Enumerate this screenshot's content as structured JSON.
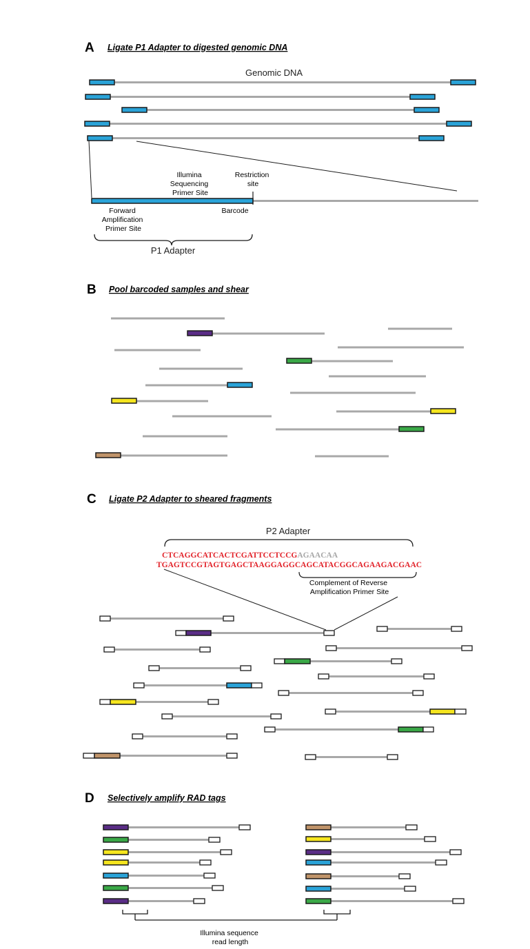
{
  "panels": {
    "a": {
      "letter": "A",
      "title": "Ligate P1 Adapter to digested genomic DNA"
    },
    "b": {
      "letter": "B",
      "title": "Pool barcoded samples and shear"
    },
    "c": {
      "letter": "C",
      "title": "Ligate P2 Adapter to sheared fragments"
    },
    "d": {
      "letter": "D",
      "title": "Selectively amplify RAD tags"
    }
  },
  "labels": {
    "genomic_dna": "Genomic DNA",
    "illumina_primer": [
      "Illumina",
      "Sequencing",
      "Primer Site"
    ],
    "restriction_site": [
      "Restriction",
      "site"
    ],
    "forward_primer": [
      "Forward",
      "Amplification",
      "Primer Site"
    ],
    "barcode": "Barcode",
    "p1_adapter": "P1 Adapter",
    "p2_adapter": "P2 Adapter",
    "p2_seq_top_red": "CTCAGGCATCACTCGATTCCTCCG",
    "p2_seq_top_gray": "AGAACAA",
    "p2_seq_bottom": "TGAGTCCGTAGTGAGCTAAGGAGGCAGCATACGGCAGAAGACGAAC",
    "complement_reverse": [
      "Complement of Reverse",
      "Amplification Primer Site"
    ],
    "illumina_read_length": [
      "Illumina sequence",
      "read length"
    ]
  },
  "colors": {
    "strand": "#a8a8a8",
    "outline": "#1a1a1a",
    "p1_blue": "#2aa3d8",
    "purple": "#5a2d86",
    "green": "#3aa847",
    "yellow": "#f5e51f",
    "tan": "#c0946a",
    "white": "#ffffff",
    "sequence_red": "#e2242b"
  }
}
